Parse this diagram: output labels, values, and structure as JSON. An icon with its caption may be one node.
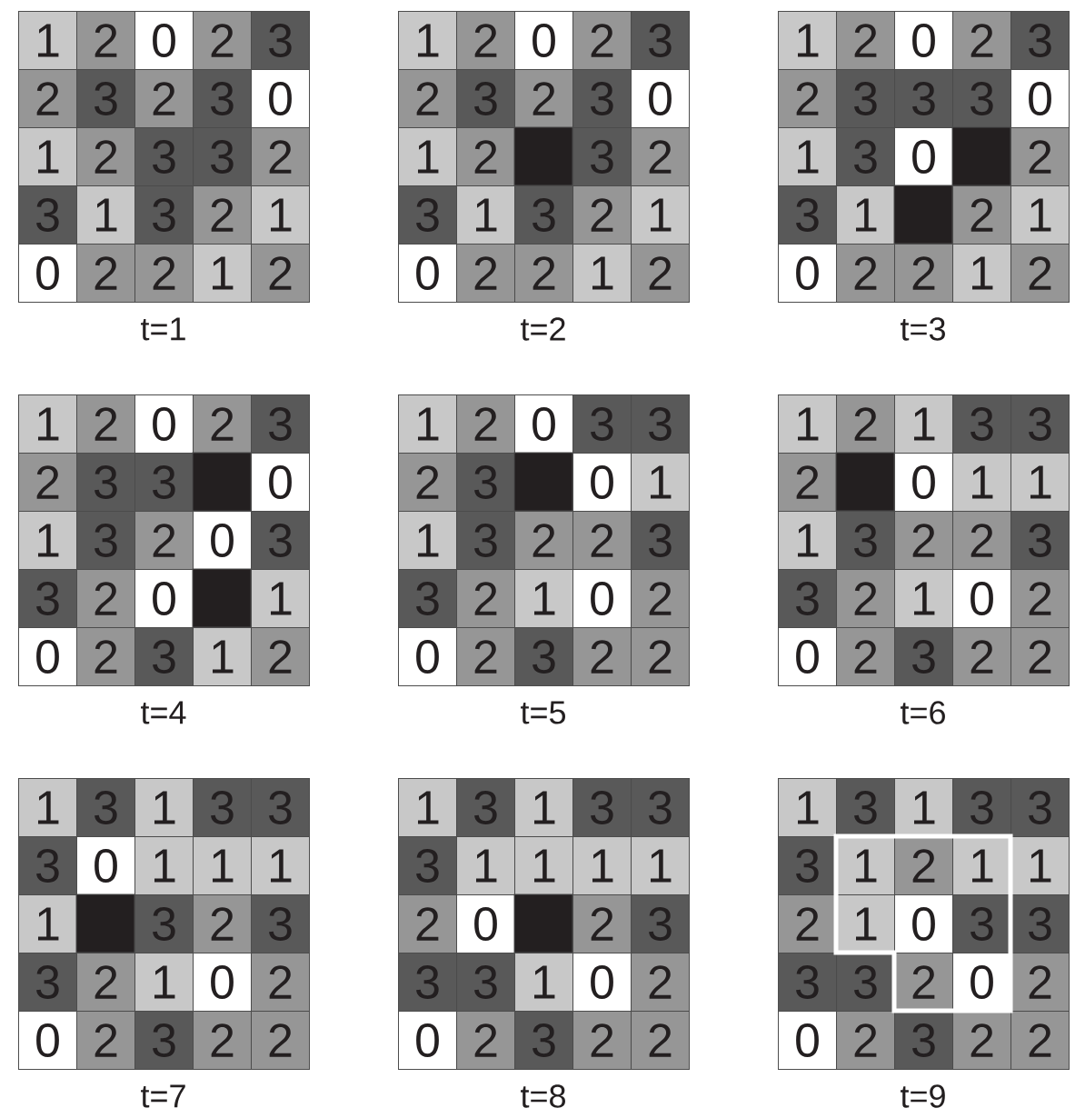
{
  "diagram": {
    "labels": [
      "1",
      "2",
      "0",
      "2",
      "3",
      "2",
      "3",
      "2",
      "3",
      "0",
      "1",
      "2",
      "3",
      "3",
      "2",
      "3",
      "1",
      "3",
      "2",
      "1",
      "0",
      "2",
      "2",
      "1",
      "2",
      "t=1",
      "1",
      "2",
      "0",
      "2",
      "3",
      "2",
      "3",
      "2",
      "3",
      "0",
      "1",
      "2",
      "3",
      "2",
      "3",
      "1",
      "3",
      "2",
      "1",
      "0",
      "2",
      "2",
      "1",
      "2",
      "t=2",
      "1",
      "2",
      "0",
      "2",
      "3",
      "2",
      "3",
      "3",
      "3",
      "0",
      "1",
      "3",
      "0",
      "2",
      "3",
      "1",
      "2",
      "1",
      "0",
      "2",
      "2",
      "1",
      "2",
      "t=3",
      "1",
      "2",
      "0",
      "2",
      "3",
      "2",
      "3",
      "3",
      "0",
      "1",
      "3",
      "2",
      "0",
      "3",
      "3",
      "2",
      "0",
      "1",
      "0",
      "2",
      "3",
      "1",
      "2",
      "t=4",
      "1",
      "2",
      "0",
      "3",
      "3",
      "2",
      "3",
      "0",
      "1",
      "1",
      "3",
      "2",
      "2",
      "3",
      "3",
      "2",
      "1",
      "0",
      "2",
      "0",
      "2",
      "3",
      "2",
      "2",
      "t=5",
      "1",
      "2",
      "1",
      "3",
      "3",
      "2",
      "0",
      "1",
      "1",
      "1",
      "3",
      "2",
      "2",
      "3",
      "3",
      "2",
      "1",
      "0",
      "2",
      "0",
      "2",
      "3",
      "2",
      "2",
      "t=6",
      "1",
      "3",
      "1",
      "3",
      "3",
      "3",
      "0",
      "1",
      "1",
      "1",
      "1",
      "3",
      "2",
      "3",
      "3",
      "2",
      "1",
      "0",
      "2",
      "0",
      "2",
      "3",
      "2",
      "2",
      "t=7",
      "1",
      "3",
      "1",
      "3",
      "3",
      "3",
      "1",
      "1",
      "1",
      "1",
      "2",
      "0",
      "2",
      "3",
      "3",
      "3",
      "1",
      "0",
      "2",
      "0",
      "2",
      "3",
      "2",
      "2",
      "t=8",
      "1",
      "3",
      "1",
      "3",
      "3",
      "3",
      "1",
      "2",
      "1",
      "1",
      "2",
      "1",
      "0",
      "3",
      "3",
      "3",
      "3",
      "2",
      "0",
      "2",
      "0",
      "2",
      "3",
      "2",
      "2",
      "t=9"
    ]
  }
}
